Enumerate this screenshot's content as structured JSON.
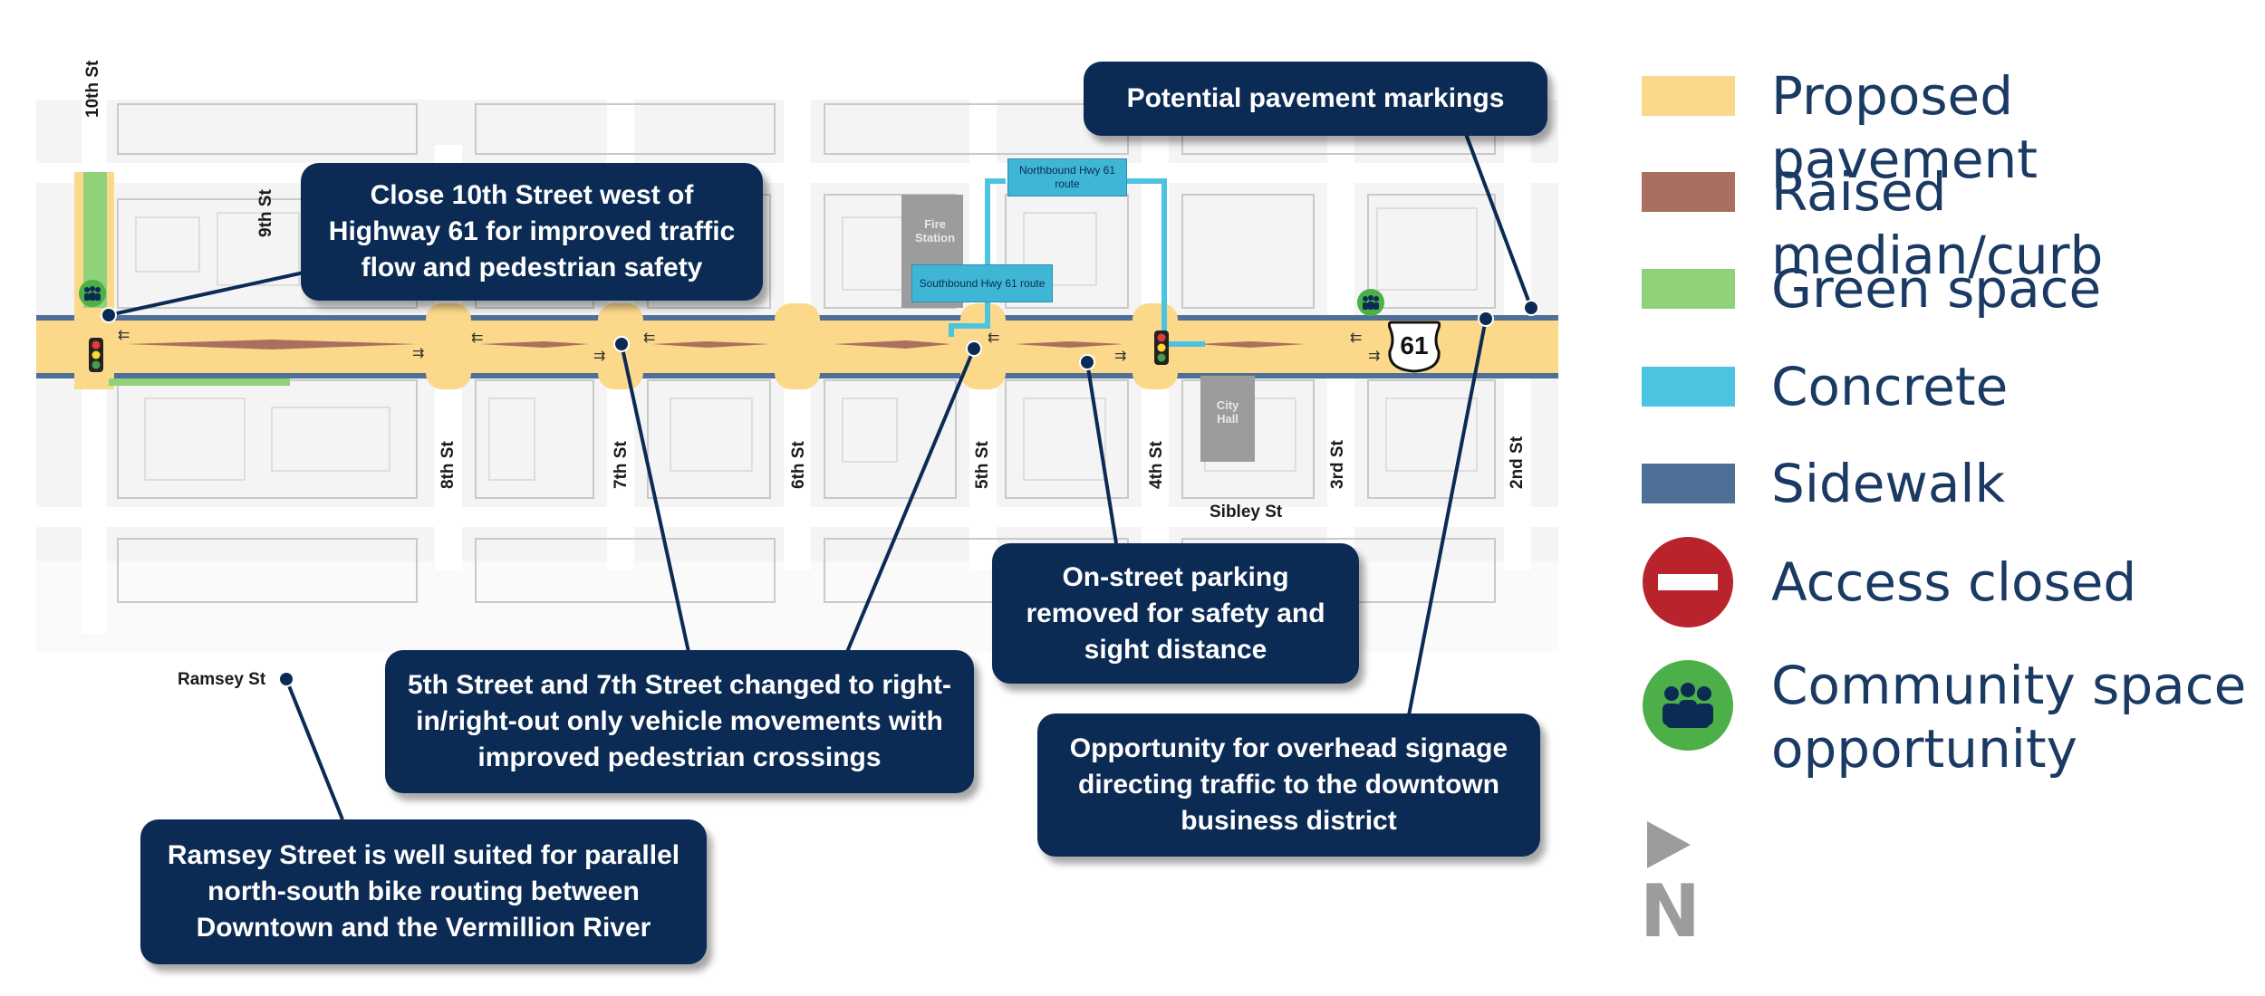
{
  "legend": {
    "proposed_pavement": {
      "label": "Proposed pavement",
      "color": "#fcd98a"
    },
    "raised_median": {
      "label": "Raised median/curb",
      "color": "#a9705f"
    },
    "green_space": {
      "label": "Green space",
      "color": "#8fd27a"
    },
    "concrete": {
      "label": "Concrete",
      "color": "#4cc3e0"
    },
    "sidewalk": {
      "label": "Sidewalk",
      "color": "#4f7096"
    },
    "access_closed": {
      "label": "Access closed",
      "color": "#b8232c",
      "icon": "no-entry-icon"
    },
    "community_space": {
      "label_line1": "Community space",
      "label_line2": "opportunity",
      "color": "#4caf48",
      "icon": "people-group-icon"
    },
    "north_arrow": {
      "letter": "N",
      "icon": "north-arrow-icon"
    }
  },
  "streets": {
    "s10": "10th St",
    "s9": "9th St",
    "s8": "8th St",
    "s7": "7th St",
    "s6": "6th St",
    "s5": "5th St",
    "s4": "4th St",
    "s3": "3rd St",
    "s2": "2nd St",
    "sibley": "Sibley St",
    "ramsey": "Ramsey St"
  },
  "buildings": {
    "fire_station": "Fire Station",
    "city_hall": "City Hall"
  },
  "routes": {
    "northbound": "Northbound Hwy 61 route",
    "southbound": "Southbound Hwy 61 route"
  },
  "shield": {
    "number": "61"
  },
  "callouts": {
    "pavement_markings": "Potential pavement markings",
    "close_10th": "Close 10th Street west of Highway 61 for improved traffic flow and pedestrian safety",
    "parking_removed": "On-street parking removed for safety and sight distance",
    "fifth_seventh": "5th Street and 7th Street changed to right-in/right-out only vehicle movements with improved pedestrian crossings",
    "overhead_signage": "Opportunity for overhead signage directing traffic to the downtown business district",
    "ramsey_bike": "Ramsey Street is well suited for parallel north-south bike routing between Downtown and the Vermillion River"
  }
}
